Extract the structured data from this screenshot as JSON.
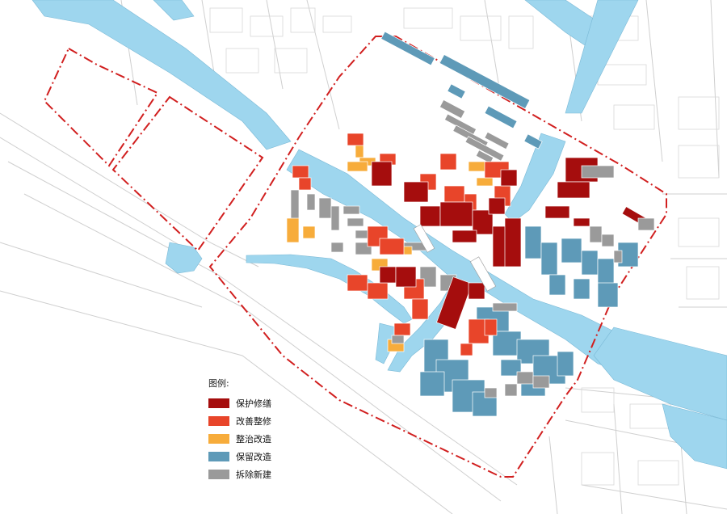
{
  "legend": {
    "title": "图例:",
    "items": [
      {
        "label": "保护修缮",
        "color": "#a50d0d"
      },
      {
        "label": "改善整修",
        "color": "#e8452a"
      },
      {
        "label": "整治改造",
        "color": "#f7ac3b"
      },
      {
        "label": "保留改造",
        "color": "#5e9ab8"
      },
      {
        "label": "拆除新建",
        "color": "#9a9a9a"
      }
    ]
  },
  "colors": {
    "water": "#9ed6ee",
    "boundary": "#d11f1f",
    "context_lines": "#c9c9c9",
    "background": "#ffffff"
  }
}
